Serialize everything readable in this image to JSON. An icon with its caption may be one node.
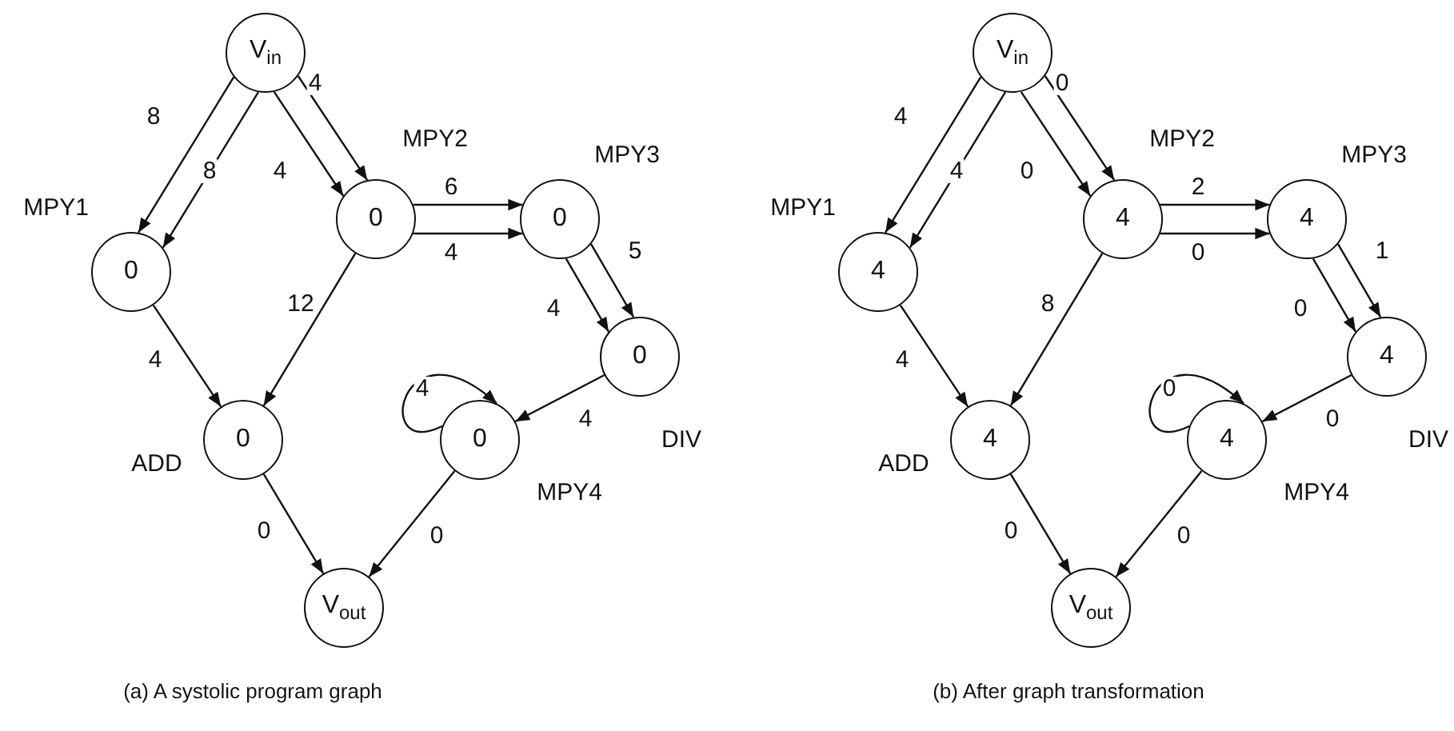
{
  "diagram": {
    "nodes": [
      {
        "text": [
          "V$_{in}$"
        ]
      },
      {
        "text": [
          "0"
        ],
        "beside": [
          "MPY1"
        ]
      },
      {
        "text": [
          "0"
        ],
        "beside": [
          "MPY2"
        ]
      },
      {
        "text": [
          "0"
        ],
        "beside": [
          "MPY3"
        ]
      },
      {
        "text": [
          "0"
        ],
        "beside": [
          "DIV"
        ]
      },
      {
        "text": [
          "0"
        ],
        "beside": [
          "ADD"
        ]
      },
      {
        "text": [
          "0"
        ],
        "beside": [
          "MPY4"
        ]
      },
      {
        "text": [
          "V$_{out}$"
        ]
      },
      {
        "text": [
          "V$_{in}$"
        ]
      },
      {
        "text": [
          "4"
        ],
        "beside": [
          "MPY1"
        ]
      },
      {
        "text": [
          "4"
        ],
        "beside": [
          "MPY2"
        ]
      },
      {
        "text": [
          "4"
        ],
        "beside": [
          "MPY3"
        ]
      },
      {
        "text": [
          "4"
        ],
        "beside": [
          "DIV"
        ]
      },
      {
        "text": [
          "4"
        ],
        "beside": [
          "ADD"
        ]
      },
      {
        "text": [
          "4"
        ],
        "beside": [
          "MPY4"
        ]
      },
      {
        "text": [
          "V$_{out}$"
        ]
      }
    ],
    "edges": [
      {
        "from": 0,
        "to": 1,
        "arrow": "to",
        "label": "8"
      },
      {
        "from": 0,
        "to": 1,
        "arrow": "to",
        "label": "8"
      },
      {
        "from": 0,
        "to": 2,
        "arrow": "to",
        "label": "4"
      },
      {
        "from": 0,
        "to": 2,
        "arrow": "to",
        "label": "4"
      },
      {
        "from": 2,
        "to": 3,
        "arrow": "to",
        "label": "6"
      },
      {
        "from": 2,
        "to": 3,
        "arrow": "to",
        "label": "4"
      },
      {
        "from": 3,
        "to": 4,
        "arrow": "to",
        "label": "4"
      },
      {
        "from": 3,
        "to": 4,
        "arrow": "to",
        "label": "5"
      },
      {
        "from": 1,
        "to": 5,
        "arrow": "to",
        "label": "4"
      },
      {
        "from": 2,
        "to": 5,
        "arrow": "to",
        "label": "12"
      },
      {
        "from": 4,
        "to": 6,
        "arrow": "to",
        "label": "4"
      },
      {
        "from": 6,
        "to": 6,
        "arrow": "to",
        "label": "4"
      },
      {
        "from": 5,
        "to": 7,
        "arrow": "to",
        "label": "0"
      },
      {
        "from": 6,
        "to": 7,
        "arrow": "to",
        "label": "0"
      },
      {
        "from": 8,
        "to": 9,
        "arrow": "to",
        "label": "4"
      },
      {
        "from": 8,
        "to": 9,
        "arrow": "to",
        "label": "4"
      },
      {
        "from": 8,
        "to": 10,
        "arrow": "to",
        "label": "0"
      },
      {
        "from": 8,
        "to": 10,
        "arrow": "to",
        "label": "0"
      },
      {
        "from": 10,
        "to": 11,
        "arrow": "to",
        "label": "2"
      },
      {
        "from": 10,
        "to": 11,
        "arrow": "to",
        "label": "0"
      },
      {
        "from": 11,
        "to": 12,
        "arrow": "to",
        "label": "0"
      },
      {
        "from": 11,
        "to": 12,
        "arrow": "to",
        "label": "1"
      },
      {
        "from": 9,
        "to": 13,
        "arrow": "to",
        "label": "4"
      },
      {
        "from": 10,
        "to": 13,
        "arrow": "to",
        "label": "8"
      },
      {
        "from": 12,
        "to": 14,
        "arrow": "to",
        "label": "0"
      },
      {
        "from": 14,
        "to": 14,
        "arrow": "to",
        "label": "0"
      },
      {
        "from": 13,
        "to": 15,
        "arrow": "to",
        "label": "0"
      },
      {
        "from": 14,
        "to": 15,
        "arrow": "to",
        "label": "0"
      }
    ],
    "labels": [
      "(a) A systolic program graph",
      "(b) After graph transformation"
    ]
  }
}
